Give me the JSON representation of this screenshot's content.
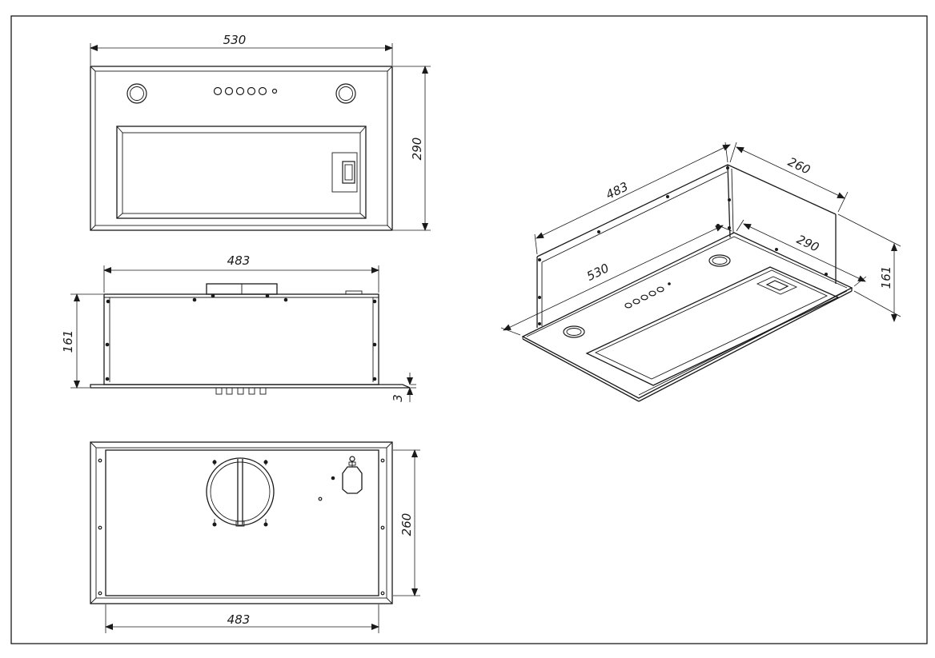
{
  "dimensions": {
    "front_width": "530",
    "front_height": "290",
    "side_width": "483",
    "side_height": "161",
    "side_flange": "3",
    "top_depth": "260",
    "top_width": "483",
    "iso_width_top": "483",
    "iso_depth_top": "260",
    "iso_depth_front": "290",
    "iso_width_front": "530",
    "iso_height": "161"
  },
  "colors": {
    "line": "#1a1a1a",
    "background": "#ffffff"
  }
}
